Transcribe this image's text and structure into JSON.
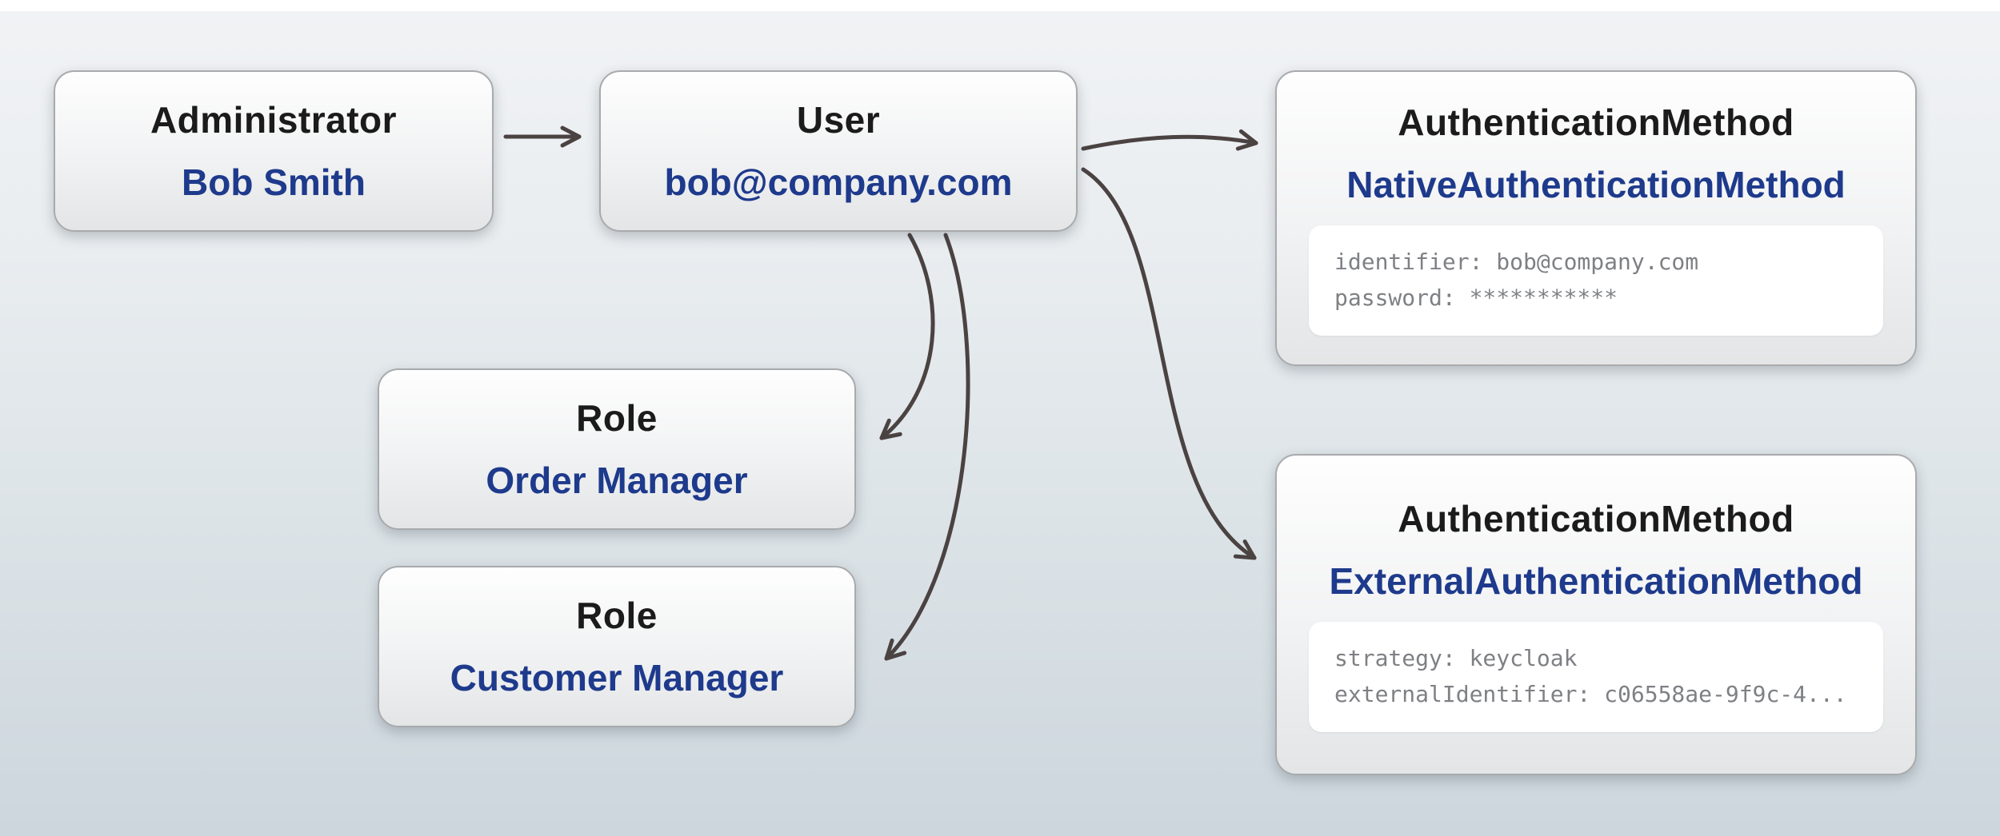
{
  "diagram": {
    "nodes": {
      "administrator": {
        "title": "Administrator",
        "value": "Bob Smith"
      },
      "user": {
        "title": "User",
        "value": "bob@company.com"
      },
      "native_auth": {
        "title": "AuthenticationMethod",
        "value": "NativeAuthenticationMethod",
        "code": {
          "line1": "identifier: bob@company.com",
          "line2": "password: ***********"
        }
      },
      "role_order": {
        "title": "Role",
        "value": "Order Manager"
      },
      "role_customer": {
        "title": "Role",
        "value": "Customer Manager"
      },
      "external_auth": {
        "title": "AuthenticationMethod",
        "value": "ExternalAuthenticationMethod",
        "code": {
          "line1": "strategy: keycloak",
          "line2": "externalIdentifier: c06558ae-9f9c-4..."
        }
      }
    },
    "edges": [
      {
        "from": "administrator",
        "to": "user"
      },
      {
        "from": "user",
        "to": "native_auth"
      },
      {
        "from": "user",
        "to": "external_auth"
      },
      {
        "from": "user",
        "to": "role_order"
      },
      {
        "from": "user",
        "to": "role_customer"
      }
    ],
    "colors": {
      "value_text": "#1e3a8c",
      "title_text": "#1b1b1b",
      "arrow": "#4b4242",
      "code_text": "#7e8084"
    }
  }
}
